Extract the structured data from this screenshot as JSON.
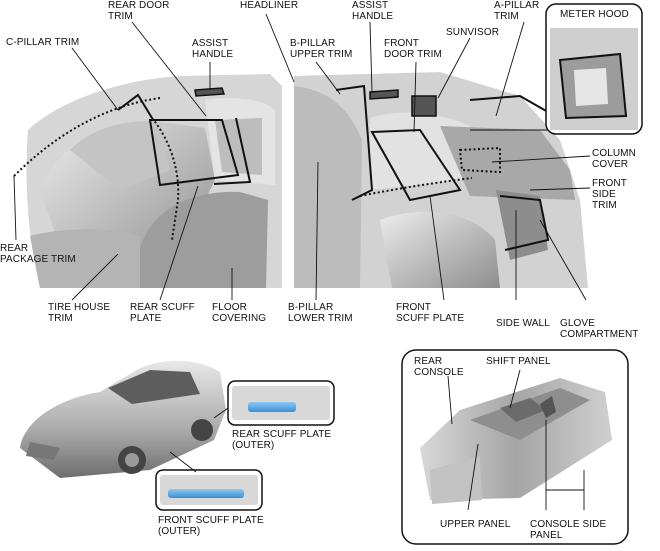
{
  "labels": {
    "c_pillar_trim": "C-PILLAR TRIM",
    "rear_door_trim": [
      "REAR DOOR",
      "TRIM"
    ],
    "assist_handle_rear": [
      "ASSIST",
      "HANDLE"
    ],
    "headliner": "HEADLINER",
    "b_pillar_upper_trim": [
      "B-PILLAR",
      "UPPER TRIM"
    ],
    "assist_handle_front": [
      "ASSIST",
      "HANDLE"
    ],
    "front_door_trim": [
      "FRONT",
      "DOOR TRIM"
    ],
    "sunvisor": "SUNVISOR",
    "a_pillar_trim": [
      "A-PILLAR",
      "TRIM"
    ],
    "meter_hood": "METER HOOD",
    "column_cover": [
      "COLUMN",
      "COVER"
    ],
    "front_side_trim": [
      "FRONT",
      "SIDE",
      "TRIM"
    ],
    "rear_package_trim": [
      "REAR",
      "PACKAGE TRIM"
    ],
    "tire_house_trim": [
      "TIRE HOUSE",
      "TRIM"
    ],
    "rear_scuff_plate": [
      "REAR SCUFF",
      "PLATE"
    ],
    "floor_covering": [
      "FLOOR",
      "COVERING"
    ],
    "b_pillar_lower_trim": [
      "B-PILLAR",
      "LOWER TRIM"
    ],
    "front_scuff_plate": [
      "FRONT",
      "SCUFF PLATE"
    ],
    "side_wall": "SIDE WALL",
    "glove_compartment": [
      "GLOVE",
      "COMPARTMENT"
    ],
    "rear_console": [
      "REAR",
      "CONSOLE"
    ],
    "shift_panel": "SHIFT PANEL",
    "upper_panel": "UPPER PANEL",
    "console_side_panel": [
      "CONSOLE SIDE",
      "PANEL"
    ],
    "rear_scuff_plate_outer": [
      "REAR SCUFF PLATE",
      "(OUTER)"
    ],
    "front_scuff_plate_outer": [
      "FRONT SCUFF PLATE",
      "(OUTER)"
    ]
  },
  "colors": {
    "line": "#111111",
    "scuff_plate_highlight": "#5aa9e6",
    "photo_gray": "#cfcfcf"
  }
}
